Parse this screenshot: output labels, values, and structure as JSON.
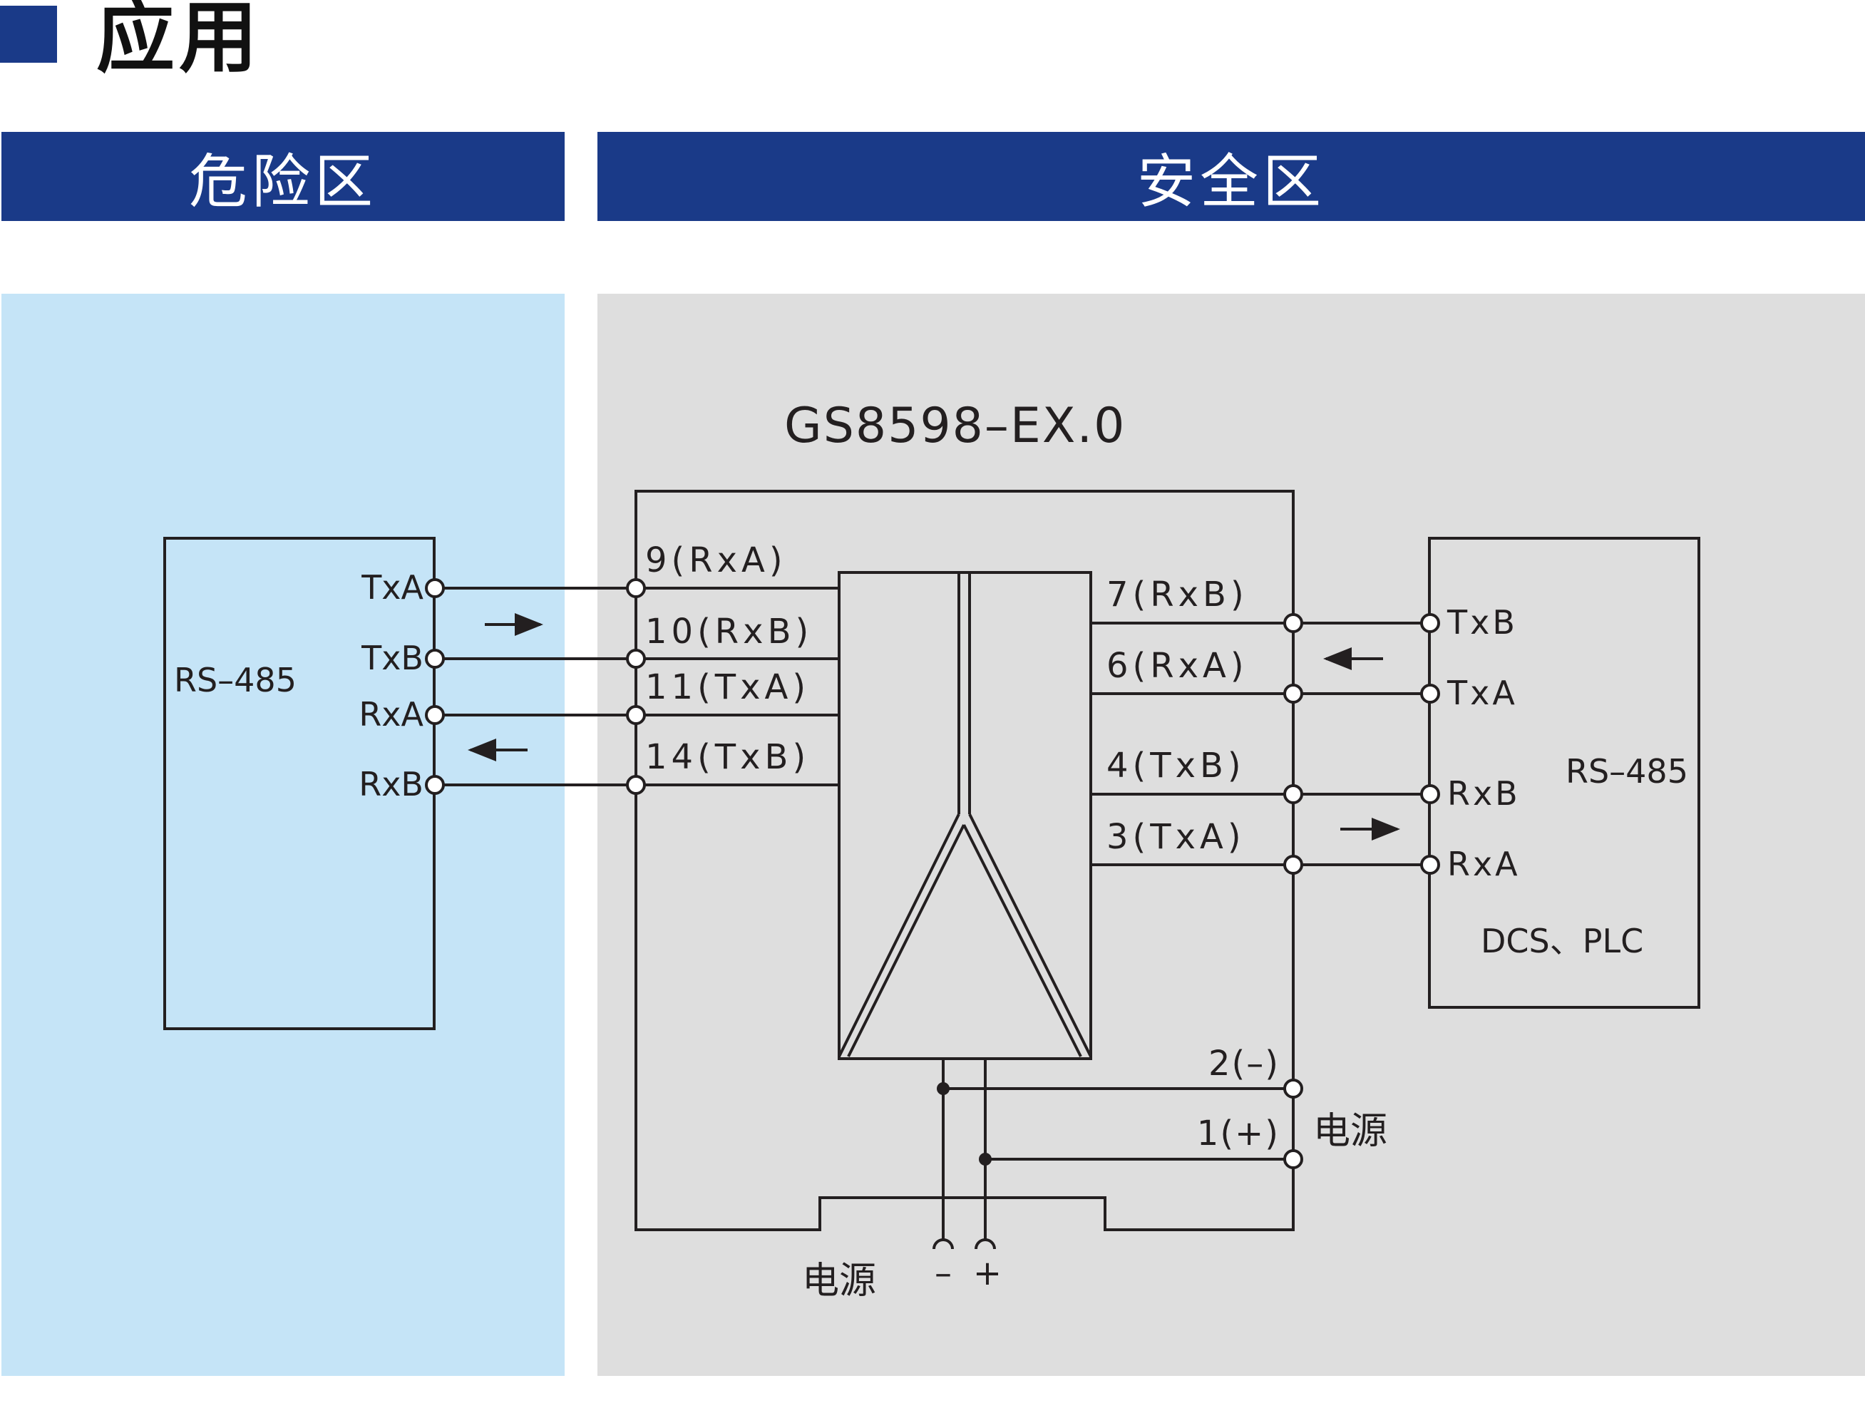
{
  "header": {
    "title": "应用"
  },
  "zones": {
    "hazardous": "危险区",
    "safe": "安全区"
  },
  "colors": {
    "header_bar": "#1a3a88",
    "hazard_bg": "#c5e4f7",
    "safe_bg": "#dedede",
    "line": "#231f20"
  },
  "device": {
    "model": "GS8598–EX.0"
  },
  "field_device": {
    "name": "RS–485",
    "ports": {
      "txa": "TxA",
      "txb": "TxB",
      "rxa": "RxA",
      "rxb": "RxB"
    }
  },
  "barrier_left_terminals": {
    "t9": "9(RxA)",
    "t10": "10(RxB)",
    "t11": "11(TxA)",
    "t14": "14(TxB)"
  },
  "barrier_right_terminals": {
    "t7": "7(RxB)",
    "t6": "6(RxA)",
    "t4": "4(TxB)",
    "t3": "3(TxA)"
  },
  "power_terminals": {
    "t2": "2(–)",
    "t1": "1(+)",
    "label": "电源"
  },
  "host_device": {
    "name": "RS–485",
    "subtitle": "DCS、PLC",
    "ports": {
      "txb": "TxB",
      "txa": "TxA",
      "rxb": "RxB",
      "rxa": "RxA"
    }
  },
  "bottom_power": {
    "label": "电源",
    "minus": "–",
    "plus": "+"
  }
}
